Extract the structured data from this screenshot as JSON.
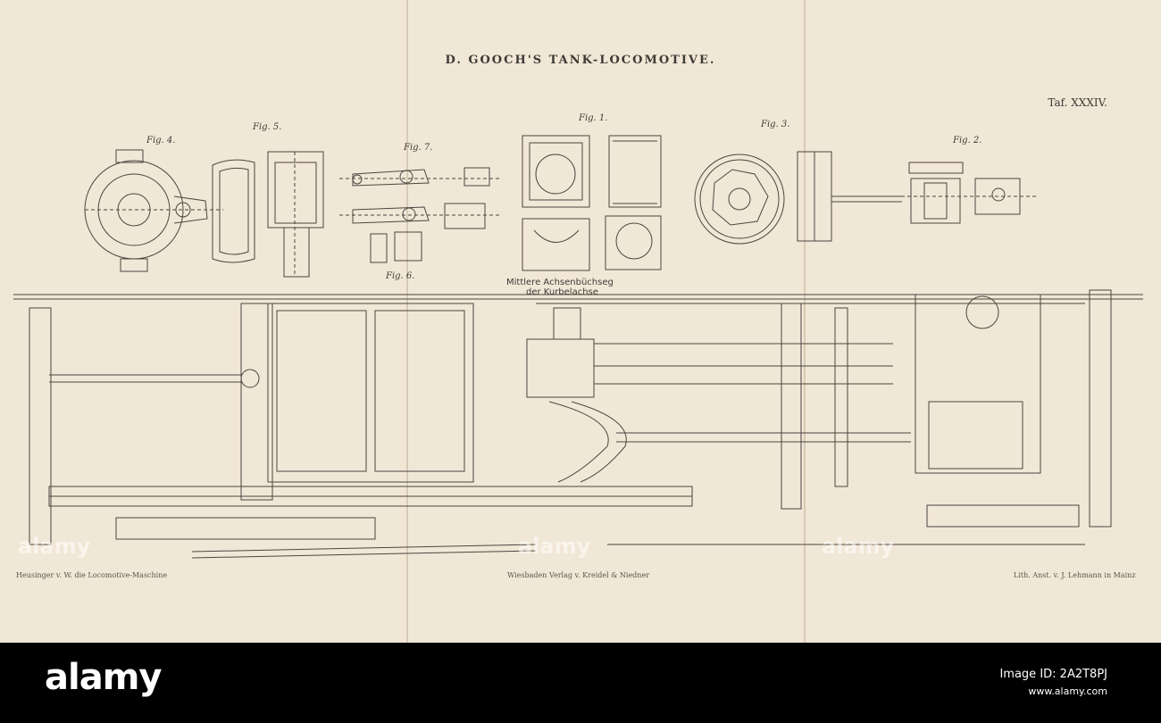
{
  "header": {
    "title": "D. GOOCH'S TANK-LOCOMOTIVE.",
    "plate": "Taf. XXXIV."
  },
  "figures": {
    "fig1": "Fig. 1.",
    "fig2": "Fig. 2.",
    "fig3": "Fig. 3.",
    "fig4": "Fig. 4.",
    "fig5": "Fig. 5.",
    "fig6": "Fig. 6.",
    "fig7": "Fig. 7."
  },
  "caption": {
    "line1": "Mittlere Achsenbüchseg",
    "line2": "der Kurbelachse"
  },
  "footer": {
    "left": "Heusinger v. W. die Locomotive-Maschine",
    "center": "Wiesbaden Verlag v. Kreidel & Niedner",
    "right": "Lith. Anst. v. J. Lehmann in Mainz"
  },
  "watermark": {
    "brand": "alamy",
    "image_id": "Image ID: 2A2T8PJ",
    "site": "www.alamy.com"
  }
}
